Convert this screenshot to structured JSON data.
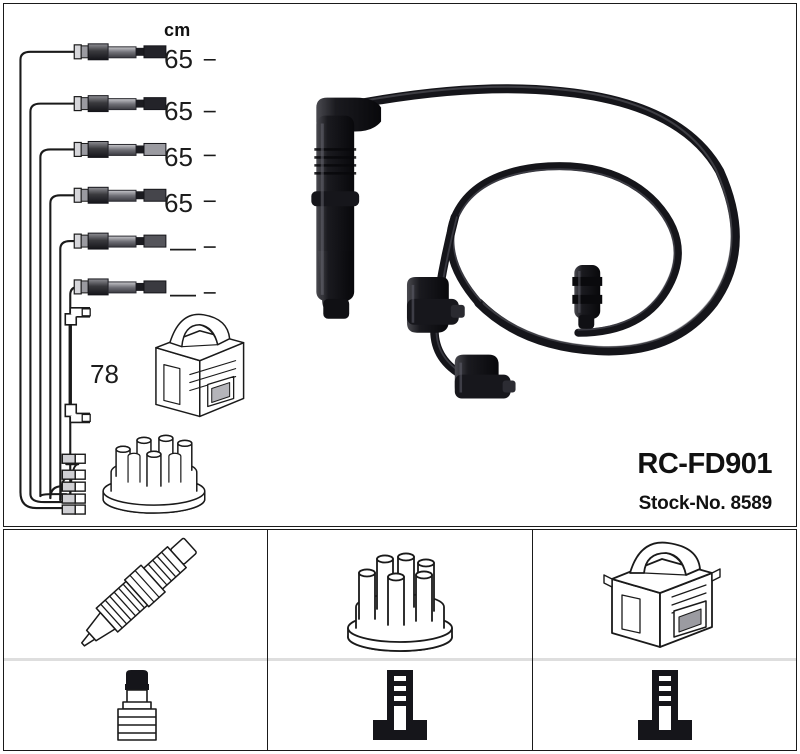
{
  "document": {
    "kind": "automotive-parts-diagram",
    "product_code": "RC-FD901",
    "stock_label": "Stock-No. 8589"
  },
  "measurements": {
    "unit_header": "cm",
    "cable_lengths": [
      "65",
      "65",
      "65",
      "65",
      "—",
      "—"
    ],
    "extra_cable_length": "78"
  },
  "main_panel": {
    "name": "cable-set-overview",
    "items": [
      {
        "name": "cable-row-1",
        "length": "65"
      },
      {
        "name": "cable-row-2",
        "length": "65"
      },
      {
        "name": "cable-row-3",
        "length": "65"
      },
      {
        "name": "cable-row-4",
        "length": "65"
      },
      {
        "name": "cable-row-5",
        "length": "—"
      },
      {
        "name": "cable-row-6",
        "length": "—"
      },
      {
        "name": "coil-lead-cable",
        "length": "78"
      },
      {
        "name": "ignition-coil-illustration",
        "length": ""
      },
      {
        "name": "distributor-cap-illustration",
        "length": ""
      }
    ]
  },
  "bottom_panels": [
    {
      "id": "panel-spark-plug",
      "top_icon": "spark-plug-icon",
      "bottom_icon": "spark-plug-boot-icon"
    },
    {
      "id": "panel-distributor-cap",
      "top_icon": "distributor-cap-icon",
      "bottom_icon": "distributor-terminal-icon"
    },
    {
      "id": "panel-ignition-coil",
      "top_icon": "ignition-coil-icon",
      "bottom_icon": "coil-terminal-icon"
    }
  ],
  "colors": {
    "frame": "#1a1a1a",
    "background": "#ffffff",
    "text": "#111111",
    "cable_black": "#17171a",
    "cable_highlight": "#6e6e74",
    "divider_gray": "#dedede",
    "line_art": "#1a1a1a"
  }
}
